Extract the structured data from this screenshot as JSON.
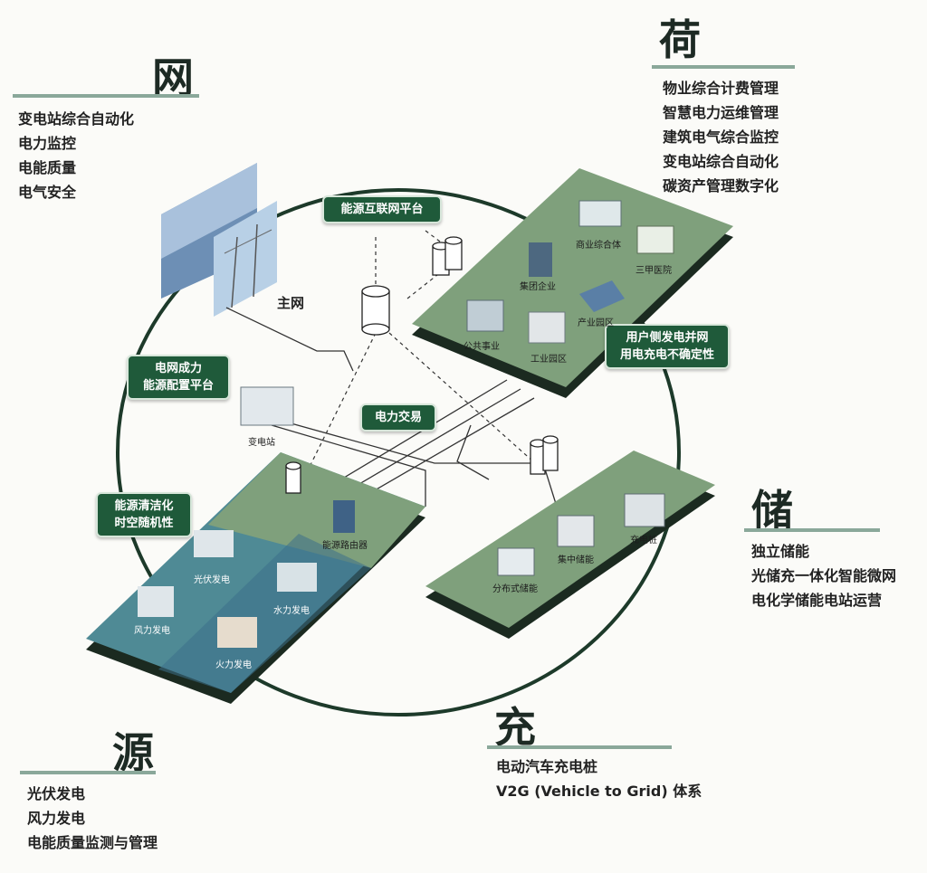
{
  "sections": {
    "wang": {
      "title": "网",
      "items": [
        "变电站综合自动化",
        "电力监控",
        "电能质量",
        "电气安全"
      ]
    },
    "he": {
      "title": "荷",
      "items": [
        "物业综合计费管理",
        "智慧电力运维管理",
        "建筑电气综合监控",
        "变电站综合自动化",
        "碳资产管理数字化"
      ]
    },
    "chu": {
      "title": "储",
      "items": [
        "独立储能",
        "光储充一体化智能微网",
        "电化学储能电站运营"
      ]
    },
    "chong": {
      "title": "充",
      "items": [
        "电动汽车充电桩",
        "V2G (Vehicle to Grid) 体系"
      ]
    },
    "yuan": {
      "title": "源",
      "items": [
        "光伏发电",
        "风力发电",
        "电能质量监测与管理"
      ]
    }
  },
  "diagram": {
    "main_grid": "主网",
    "tags": {
      "energy_internet": "能源互联网平台",
      "grid_platform": [
        "电网成力",
        "能源配置平台"
      ],
      "user_side": [
        "用户侧发电并网",
        "用电充电不确定性"
      ],
      "power_trade": "电力交易",
      "clean_energy": [
        "能源清洁化",
        "时空随机性"
      ]
    },
    "load_labels": [
      "商业综合体",
      "三甲医院",
      "集团企业",
      "产业园区",
      "公共事业",
      "工业园区"
    ],
    "storage_labels": [
      "集中储能",
      "充电桩",
      "分布式储能"
    ],
    "source_labels": [
      "光伏发电",
      "水力发电",
      "风力发电",
      "火力发电",
      "能源路由器"
    ],
    "substation_label": "变电站"
  },
  "colors": {
    "accent_dark_green": "#1f5a3a",
    "platform_green": "#7fa07c",
    "platform_side": "#1b2a20",
    "source_blue": "#4f8a95",
    "rule_green": "#8aa89a"
  }
}
